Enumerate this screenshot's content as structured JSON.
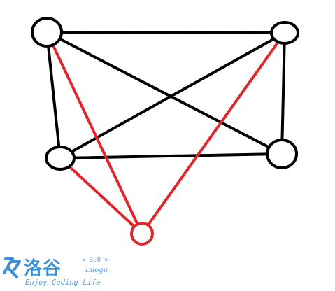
{
  "graph": {
    "colors": {
      "black": "#000000",
      "red": "#e0272e"
    },
    "nodes": [
      {
        "id": "top-left"
      },
      {
        "id": "top-right"
      },
      {
        "id": "mid-left"
      },
      {
        "id": "mid-right"
      },
      {
        "id": "bottom",
        "color": "red"
      }
    ],
    "edges": [
      {
        "from": "top-left",
        "to": "top-right",
        "color": "black"
      },
      {
        "from": "top-left",
        "to": "mid-left",
        "color": "black"
      },
      {
        "from": "top-right",
        "to": "mid-right",
        "color": "black"
      },
      {
        "from": "mid-left",
        "to": "mid-right",
        "color": "black"
      },
      {
        "from": "top-left",
        "to": "mid-right",
        "color": "black"
      },
      {
        "from": "top-right",
        "to": "mid-left",
        "color": "black"
      },
      {
        "from": "top-left",
        "to": "bottom",
        "color": "red"
      },
      {
        "from": "top-right",
        "to": "bottom",
        "color": "red"
      },
      {
        "from": "mid-left",
        "to": "bottom",
        "color": "red"
      }
    ]
  },
  "watermark": {
    "name_cn": "洛谷",
    "version": "< 3.0 >",
    "name_en": "Luogu",
    "slogan": "Enjoy Coding Life",
    "color": "#3a8fd6"
  }
}
